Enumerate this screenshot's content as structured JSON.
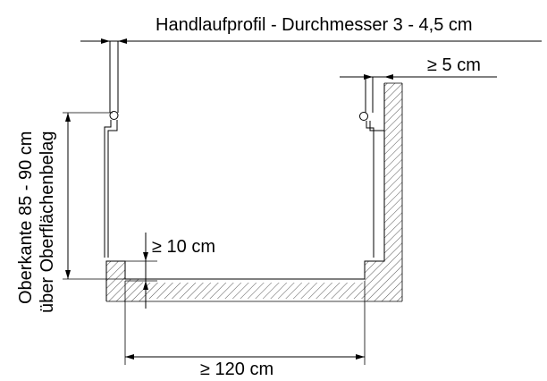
{
  "labels": {
    "handrail_profile": "Handlaufprofil - Durchmesser 3 - 4,5 cm",
    "wall_gap": "≥ 5 cm",
    "curb_height": "≥ 10 cm",
    "clear_width": "≥ 120 cm",
    "height_line1": "Oberkante 85 - 90 cm",
    "height_line2": "über Oberflächenbelag"
  },
  "colors": {
    "line": "#000000",
    "hatch": "#555555",
    "background": "#ffffff"
  }
}
